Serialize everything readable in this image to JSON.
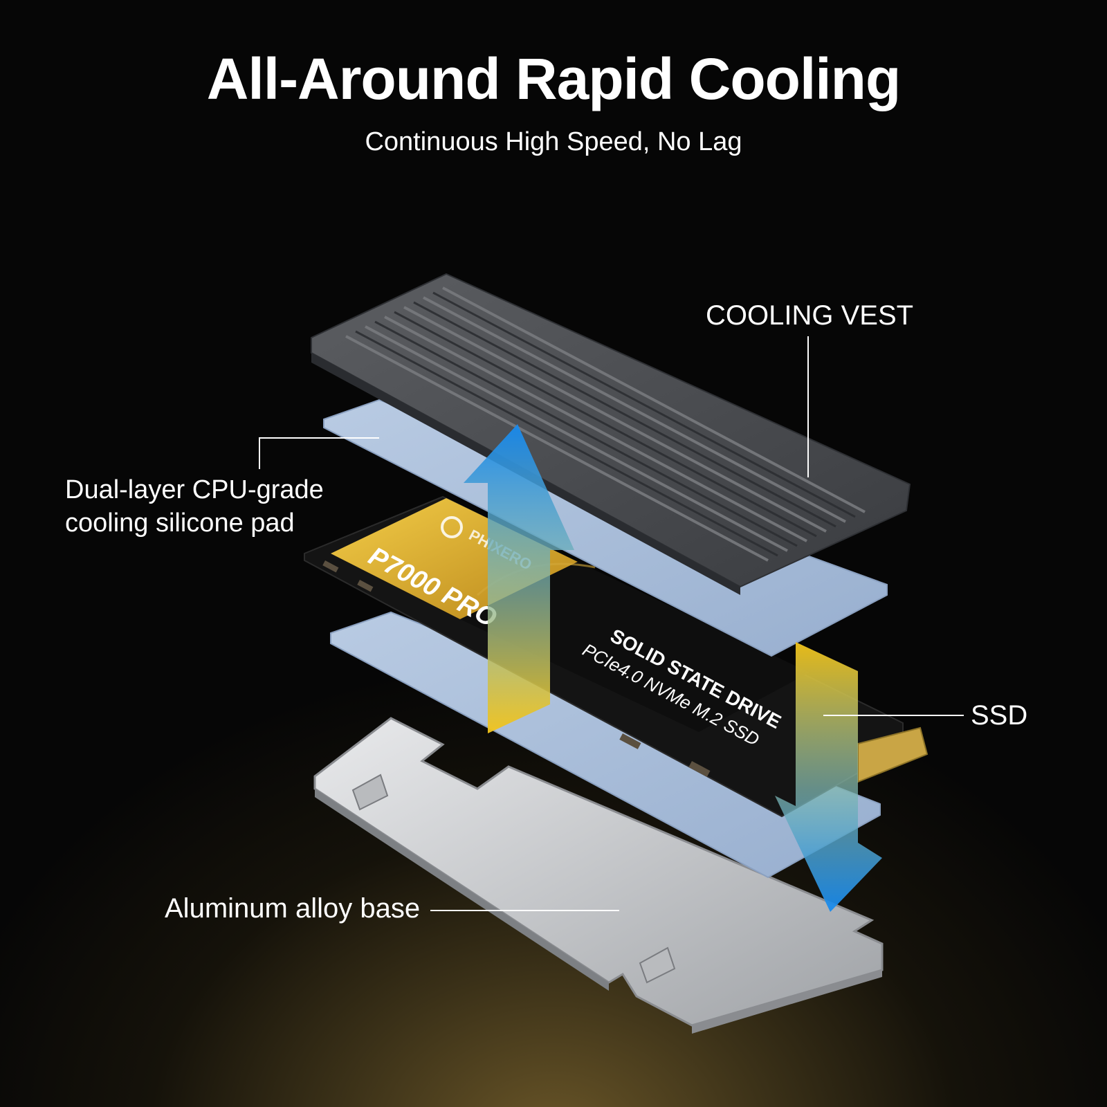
{
  "header": {
    "title": "All-Around Rapid Cooling",
    "subtitle": "Continuous High Speed, No Lag"
  },
  "labels": {
    "cooling_vest": "COOLING VEST",
    "silicone_pad_line1": "Dual-layer CPU-grade",
    "silicone_pad_line2": "cooling silicone pad",
    "ssd": "SSD",
    "aluminum_base": "Aluminum alloy base"
  },
  "ssd_print": {
    "brand": "PHIXERO",
    "model": "P7000 PRO",
    "line1": "SOLID STATE DRIVE",
    "line2": "PCIe4.0 NVMe M.2 SSD"
  },
  "colors": {
    "heatsink": "#4a4c50",
    "pad": "#a9bdd8",
    "pcb": "#141414",
    "gold_label": "#e0b030",
    "arrow_blue": "#1a8ff0",
    "arrow_yellow": "#f2c21a",
    "base_metal": "#cfd1d4"
  },
  "icons": {
    "brand_logo": "phixero-logo-icon",
    "arrow_up": "heat-flow-up-arrow-icon",
    "arrow_down": "heat-flow-down-arrow-icon"
  }
}
